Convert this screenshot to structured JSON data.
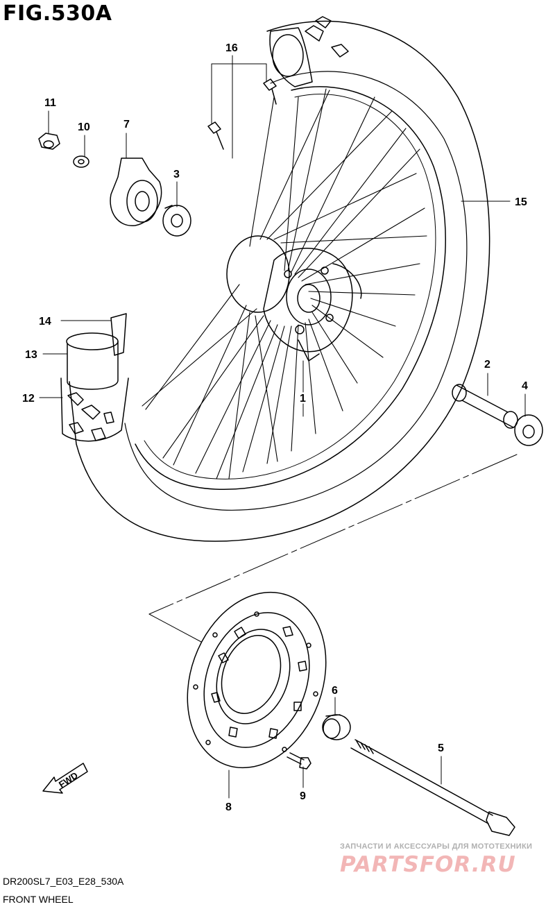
{
  "figure": {
    "title": "FIG.530A",
    "code": "DR200SL7_E03_E28_530A",
    "name": "FRONT WHEEL"
  },
  "watermark": {
    "caption": "ЗАПЧАСТИ И АКСЕССУАРЫ ДЛЯ МОТОТЕХНИКИ",
    "logo": "PARTSFOR.RU"
  },
  "fwd_label": "FWD",
  "callouts": {
    "c1": "1",
    "c2": "2",
    "c3": "3",
    "c4": "4",
    "c5": "5",
    "c6": "6",
    "c7": "7",
    "c8": "8",
    "c9": "9",
    "c10": "10",
    "c11": "11",
    "c12": "12",
    "c13": "13",
    "c14": "14",
    "c15": "15",
    "c16": "16"
  }
}
